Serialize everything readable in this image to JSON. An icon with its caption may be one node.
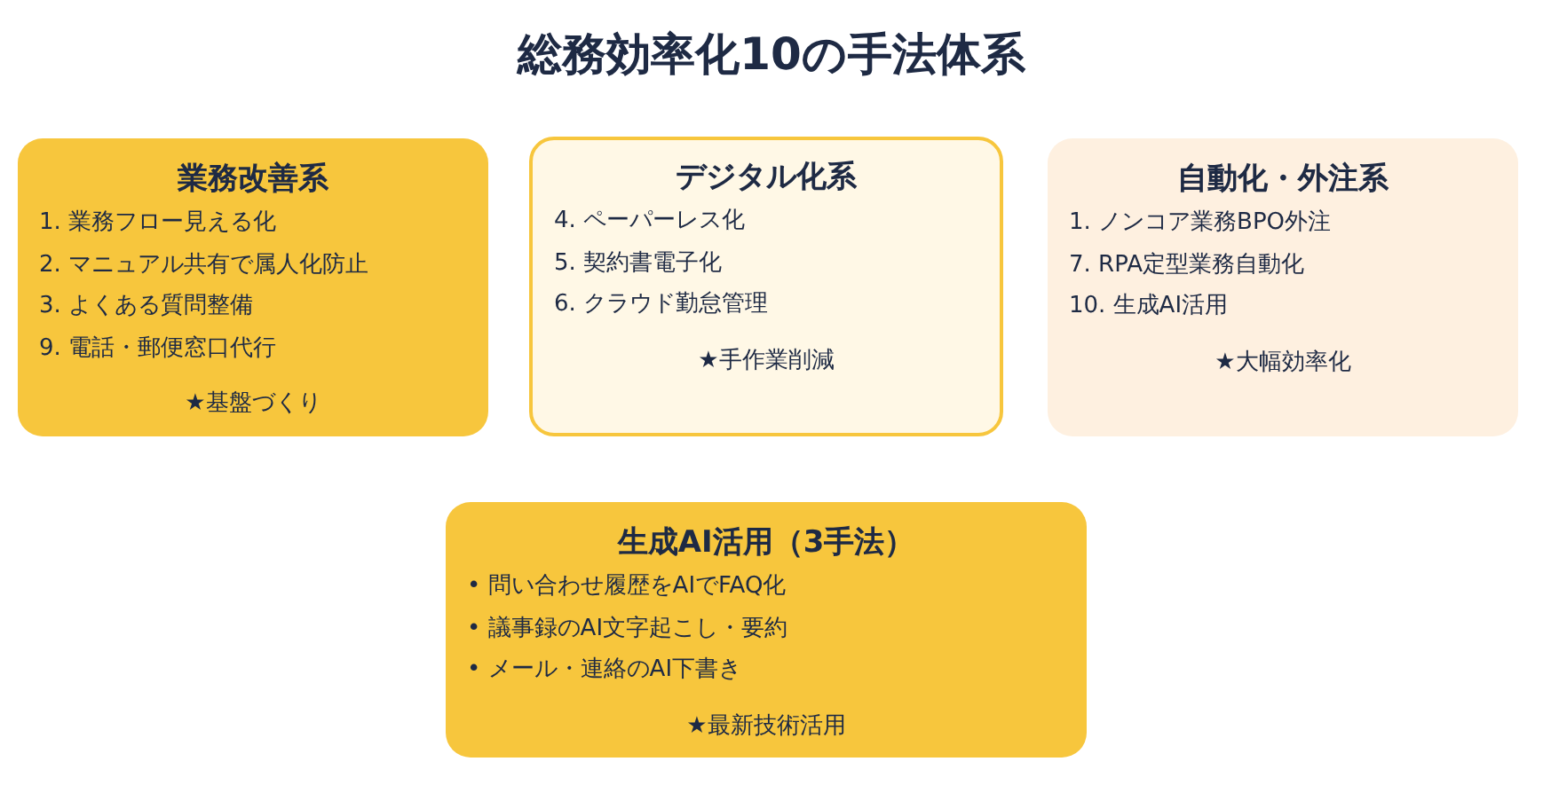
{
  "diagram": {
    "title": "総務効率化10の手法体系",
    "nodes": [
      {
        "text": [
          "業務改善系",
          "1. 業務フロー見える化",
          "2. マニュアル共有で属人化防止",
          "3. よくある質問整備",
          "9. 電話・郵便窓口代行",
          "★基盤づくり"
        ]
      },
      {
        "text": [
          "デジタル化系",
          "4. ペーパーレス化",
          "5. 契約書電子化",
          "6. クラウド勤怠管理",
          "★手作業削減"
        ]
      },
      {
        "text": [
          "自動化・外注系",
          "1. ノンコア業務BPO外注",
          "7. RPA定型業務自動化",
          "10. 生成AI活用",
          "★大幅効率化"
        ]
      },
      {
        "text": [
          "生成AI活用（3手法）",
          "• 問い合わせ履歴をAIでFAQ化",
          "• 議事録のAI文字起こし・要約",
          "• メール・連絡のAI下書き",
          "★最新技術活用"
        ]
      }
    ],
    "edges": []
  }
}
